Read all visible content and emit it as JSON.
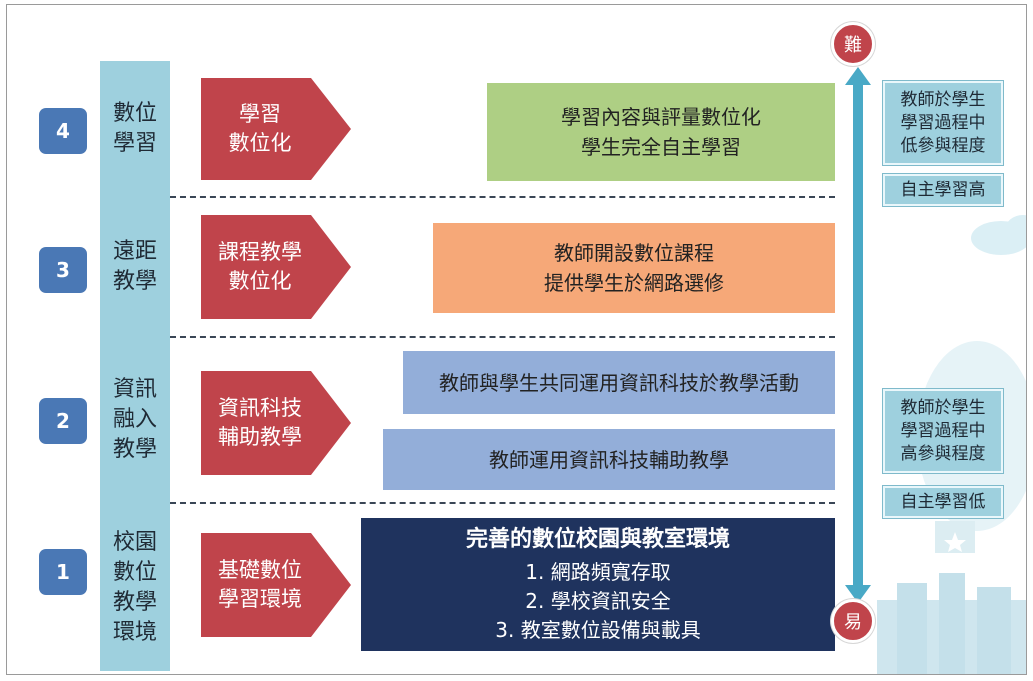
{
  "colors": {
    "badge": "#4a78b5",
    "stage_column": "#9ed0de",
    "arrow": "#c0444b",
    "green_box": "#aecf84",
    "orange_box": "#f6a878",
    "blue_box": "#93aed9",
    "navy_box": "#1f335e",
    "axis_arrow": "#49a9c6"
  },
  "axis": {
    "top_label": "難",
    "bottom_label": "易"
  },
  "levels": [
    {
      "number": "4",
      "stage": "數位\n學習",
      "arrow": "學習\n數位化",
      "boxes": [
        {
          "text": "學習內容與評量數位化\n學生完全自主學習"
        }
      ]
    },
    {
      "number": "3",
      "stage": "遠距\n教學",
      "arrow": "課程教學\n數位化",
      "boxes": [
        {
          "text": "教師開設數位課程\n提供學生於網路選修"
        }
      ]
    },
    {
      "number": "2",
      "stage": "資訊\n融入\n教學",
      "arrow": "資訊科技\n輔助教學",
      "boxes": [
        {
          "text": "教師與學生共同運用資訊科技於教學活動"
        },
        {
          "text": "教師運用資訊科技輔助教學"
        }
      ]
    },
    {
      "number": "1",
      "stage": "校園\n數位\n教學\n環境",
      "arrow": "基礎數位\n學習環境",
      "boxes": [
        {
          "title": "完善的數位校園與教室環境",
          "items": [
            "1.  網路頻寬存取",
            "2.  學校資訊安全",
            "3.  教室數位設備與載具"
          ]
        }
      ]
    }
  ],
  "side_notes": {
    "top": {
      "participation": "教師於學生\n學習過程中\n低參與程度",
      "autonomy": "自主學習高"
    },
    "bottom": {
      "participation": "教師於學生\n學習過程中\n高參與程度",
      "autonomy": "自主學習低"
    }
  }
}
